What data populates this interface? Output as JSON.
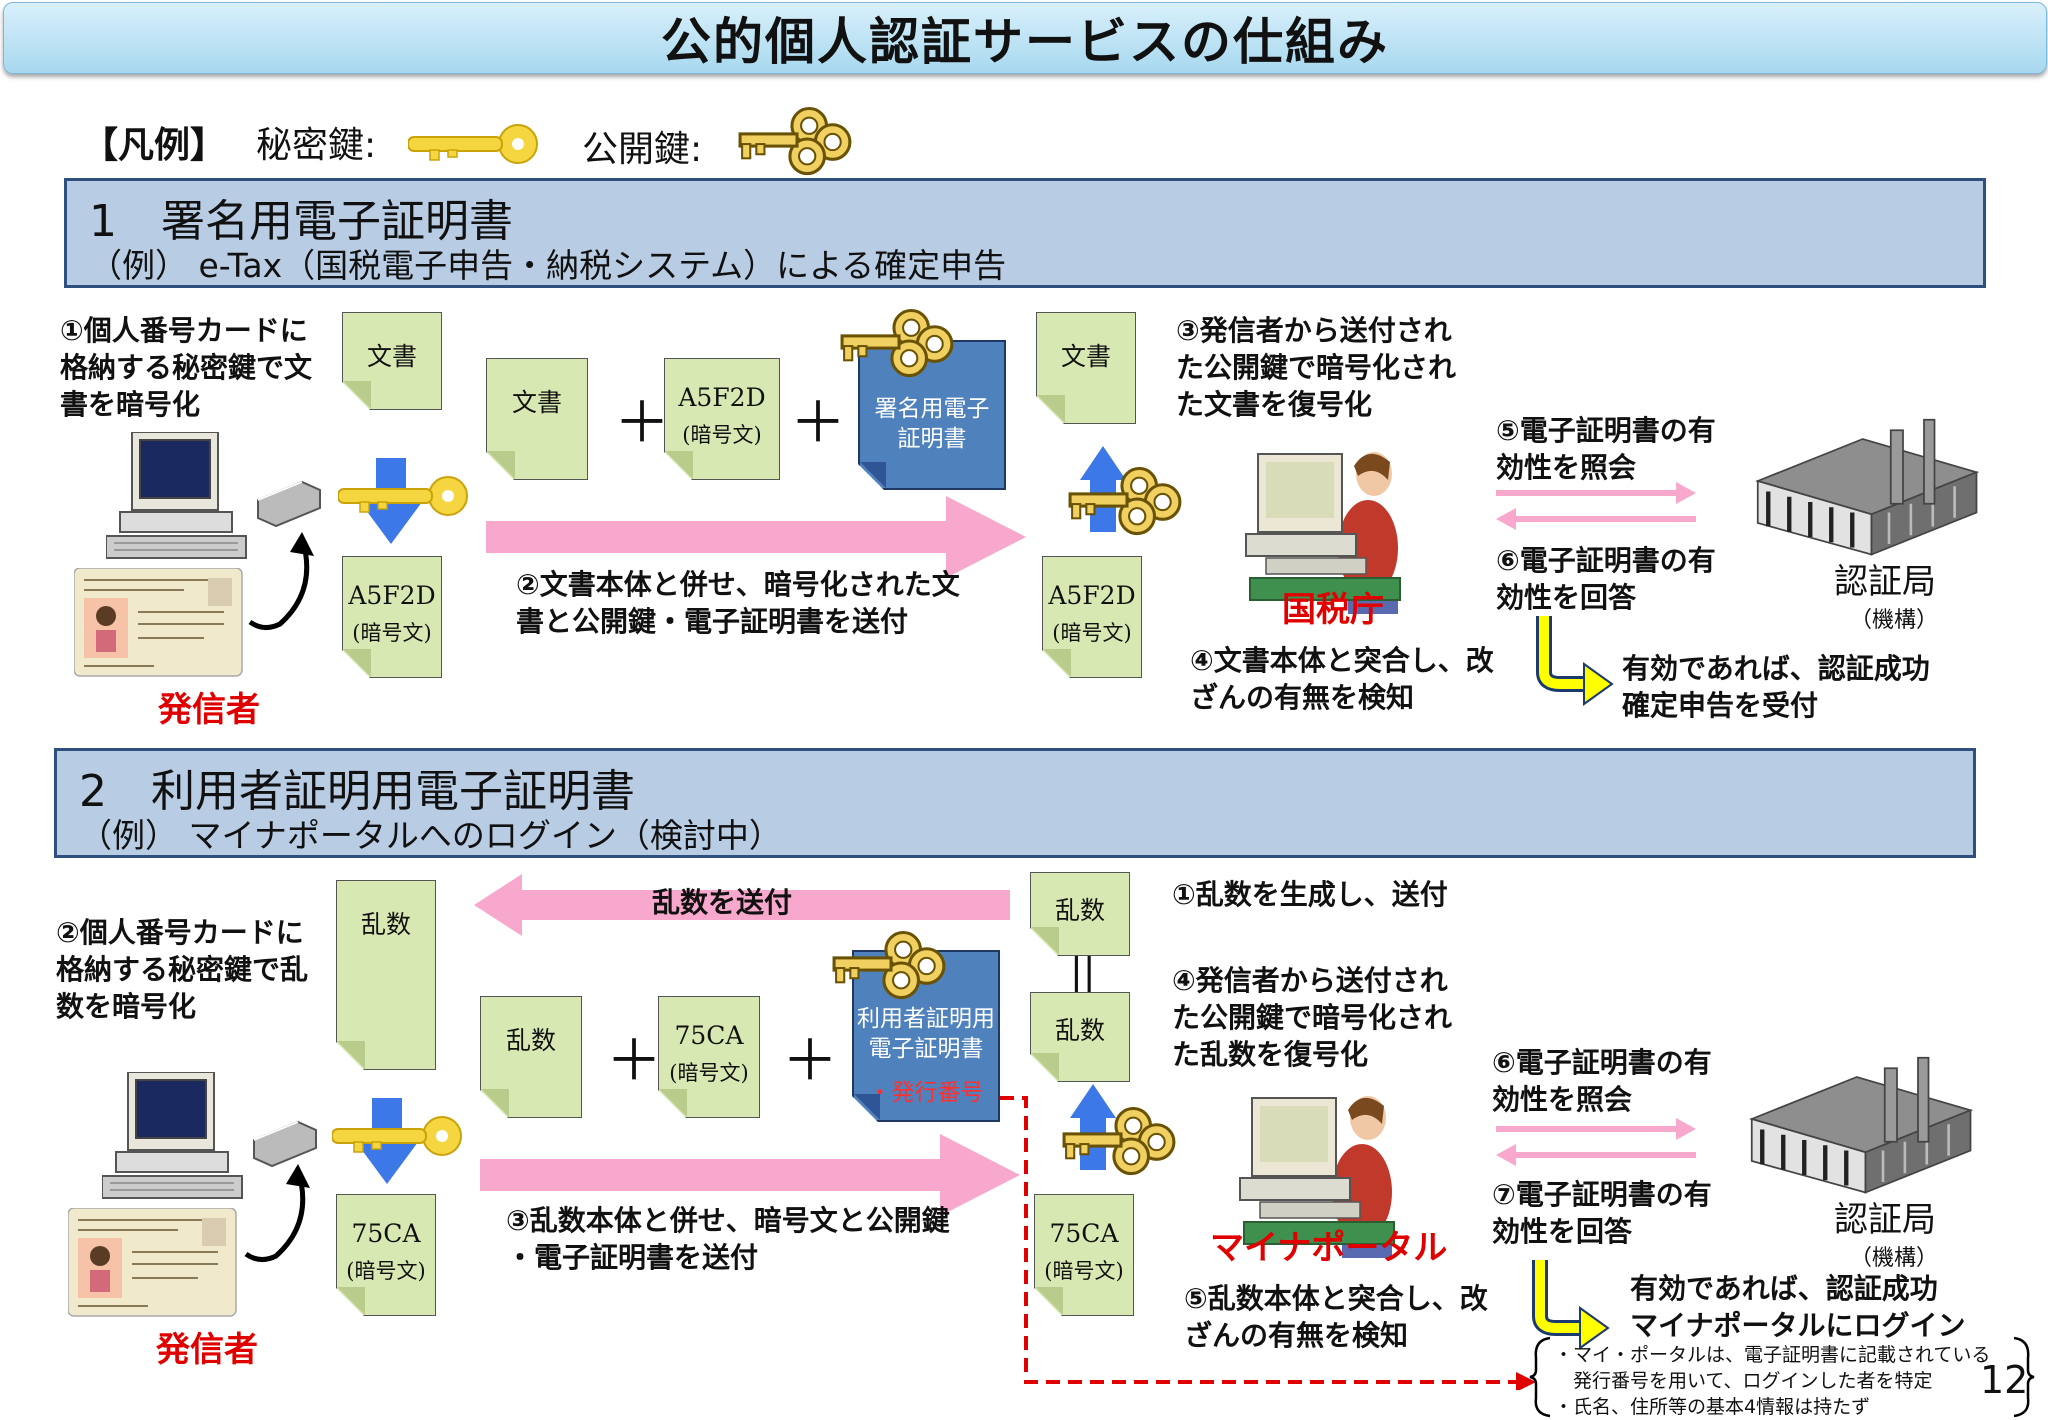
{
  "title": "公的個人認証サービスの仕組み",
  "legend": {
    "label": "【凡例】",
    "private_key": "秘密鍵:",
    "public_key": "公開鍵:"
  },
  "section1": {
    "heading": "1　署名用電子証明書",
    "example": "（例） e-Tax（国税電子申告・納税システム）による確定申告",
    "step1": [
      "①個人番号カードに",
      "格納する秘密鍵で文",
      "書を暗号化"
    ],
    "doc_label": "文書",
    "cipher_label": "A5F2D",
    "cipher_sub": "(暗号文)",
    "cert": [
      "署名用電子",
      "証明書"
    ],
    "step2": [
      "②文書本体と併せ、暗号化された文",
      "書と公開鍵・電子証明書を送付"
    ],
    "step3": [
      "③発信者から送付され",
      "た公開鍵で暗号化され",
      "た文書を復号化"
    ],
    "step4": [
      "④文書本体と突合し、改",
      "ざんの有無を検知"
    ],
    "step5": [
      "⑤電子証明書の有",
      "効性を照会"
    ],
    "step6": [
      "⑥電子証明書の有",
      "効性を回答"
    ],
    "result": [
      "有効であれば、認証成功",
      "確定申告を受付"
    ],
    "sender": "発信者",
    "receiver": "国税庁",
    "auth": "認証局",
    "auth_sub": "（機構）"
  },
  "section2": {
    "heading": "2　利用者証明用電子証明書",
    "example": "（例） マイナポータルへのログイン（検討中）",
    "step1": "①乱数を生成し、送付",
    "send_random": "乱数を送付",
    "step2": [
      "②個人番号カードに",
      "格納する秘密鍵で乱",
      "数を暗号化"
    ],
    "random_label": "乱数",
    "cipher_label": "75CA",
    "cipher_sub": "(暗号文)",
    "cert": [
      "利用者証明用",
      "電子証明書"
    ],
    "cert_note": "・発行番号",
    "step3": [
      "③乱数本体と併せ、暗号文と公開鍵",
      "・電子証明書を送付"
    ],
    "step4": [
      "④発信者から送付され",
      "た公開鍵で暗号化され",
      "た乱数を復号化"
    ],
    "step5": [
      "⑤乱数本体と突合し、改",
      "ざんの有無を検知"
    ],
    "step6": [
      "⑥電子証明書の有",
      "効性を照会"
    ],
    "step7": [
      "⑦電子証明書の有",
      "効性を回答"
    ],
    "result": [
      "有効であれば、認証成功",
      "マイナポータルにログイン"
    ],
    "sender": "発信者",
    "receiver": "マイナポータル",
    "auth": "認証局",
    "auth_sub": "（機構）",
    "notes": [
      "・マイ・ポータルは、電子証明書に記載されている",
      "　発行番号を用いて、ログインした者を特定",
      "・氏名、住所等の基本4情報は持たず"
    ]
  },
  "page_number": "12",
  "colors": {
    "pink_arrow": "#f8a8cc",
    "blue_arrow": "#3c78e8",
    "doc_fill": "#d8e8b2",
    "cert_fill": "#4f81bd",
    "section_fill": "#b8cce4",
    "red_text": "#e00000",
    "yellow_arrow": "#ffff00",
    "key_gold": "#f5d640"
  }
}
